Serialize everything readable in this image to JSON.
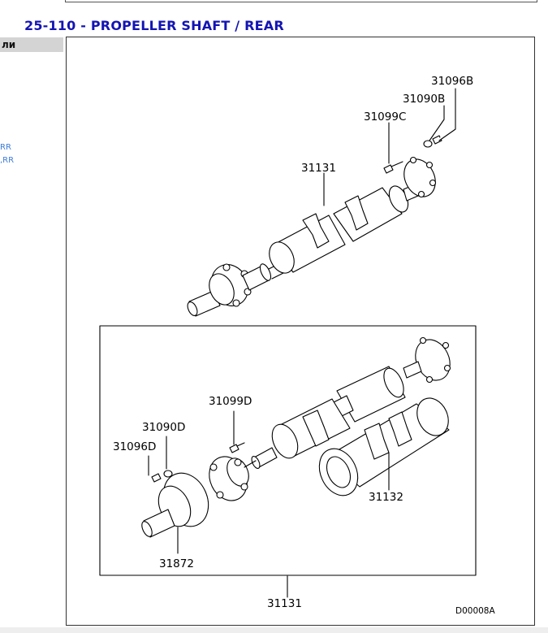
{
  "header": {
    "title": "25-110 - PROPELLER SHAFT / REAR"
  },
  "sidebar": {
    "tab_label": "ли",
    "links": [
      "RR",
      ",RR"
    ]
  },
  "diagram": {
    "part_labels": {
      "p1": "31096B",
      "p2": "31090B",
      "p3": "31099C",
      "p4": "31131",
      "p5": "31099D",
      "p6": "31090D",
      "p7": "31096D",
      "p8": "31132",
      "p9": "31872",
      "p10": "31131"
    },
    "drawing_code": "D00008A"
  }
}
